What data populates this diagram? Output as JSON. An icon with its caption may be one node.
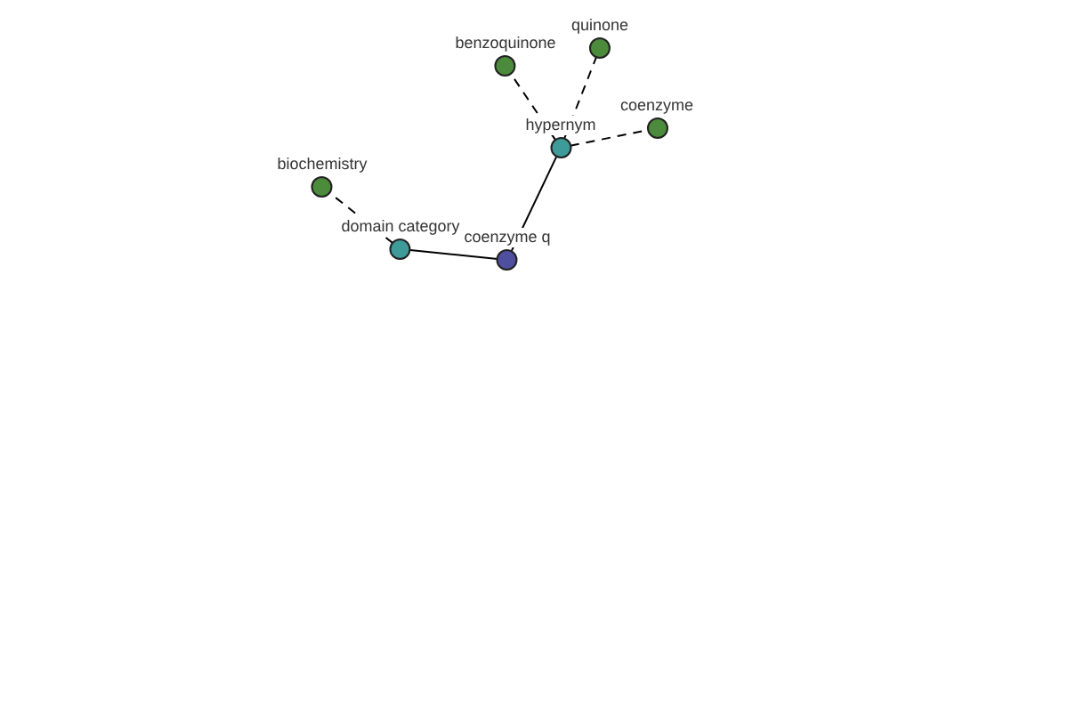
{
  "diagram": {
    "nodes": [
      {
        "text": [
          "quinone"
        ]
      },
      {
        "text": [
          "benzoquinone"
        ]
      },
      {
        "text": [
          "coenzyme"
        ]
      },
      {
        "text": [
          "hypernym"
        ]
      },
      {
        "text": [
          "biochemistry"
        ]
      },
      {
        "text": [
          "domain category"
        ]
      },
      {
        "text": [
          "coenzyme q"
        ]
      }
    ],
    "edges": [
      {
        "from": 3,
        "to": 1,
        "arrow": "none",
        "style": "dashed"
      },
      {
        "from": 3,
        "to": 0,
        "arrow": "none",
        "style": "dashed"
      },
      {
        "from": 3,
        "to": 2,
        "arrow": "none",
        "style": "dashed"
      },
      {
        "from": 6,
        "to": 3,
        "arrow": "none"
      },
      {
        "from": 5,
        "to": 6,
        "arrow": "none"
      },
      {
        "from": 5,
        "to": 4,
        "arrow": "none",
        "style": "dashed"
      }
    ]
  }
}
